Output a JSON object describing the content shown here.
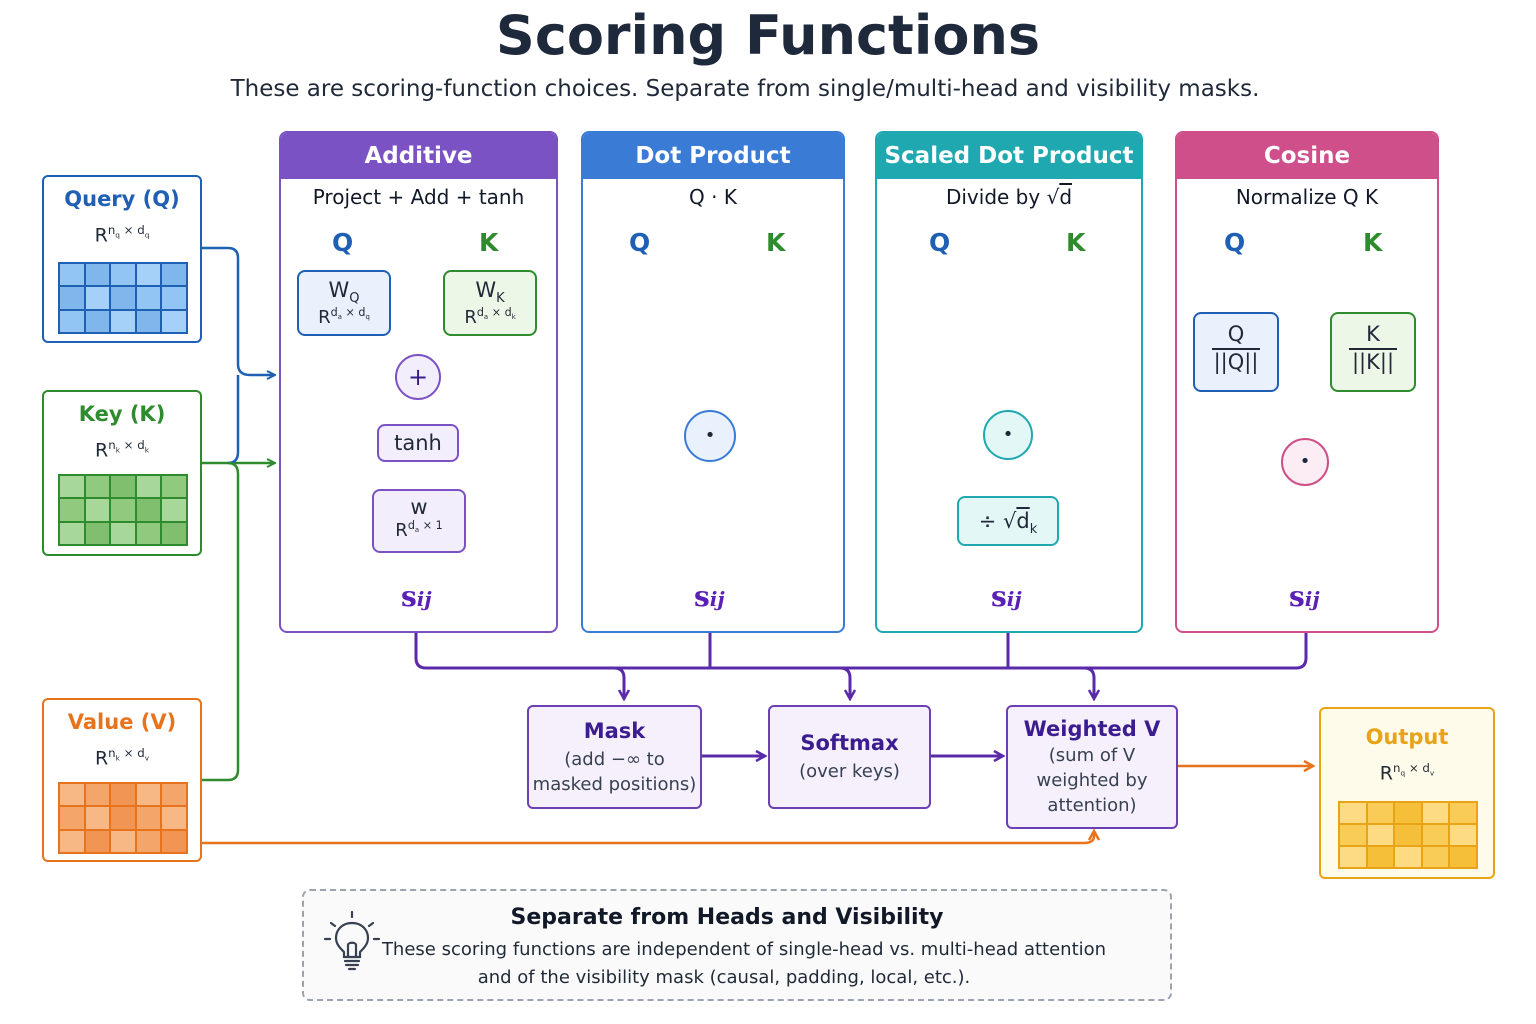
{
  "title": "Scoring Functions",
  "subtitle": "These are scoring-function choices. Separate from single/multi-head and visibility masks.",
  "inputs": {
    "query": {
      "label": "Query (Q)",
      "dim_base": "R",
      "dim_exp": "n",
      "dim_exp_sub": "q",
      "dim_x": "× d",
      "dim_x_sub": "q"
    },
    "key": {
      "label": "Key (K)",
      "dim_base": "R",
      "dim_exp": "n",
      "dim_exp_sub": "k",
      "dim_x": "× d",
      "dim_x_sub": "k"
    },
    "value": {
      "label": "Value (V)",
      "dim_base": "R",
      "dim_exp": "n",
      "dim_exp_sub": "k",
      "dim_x": "× d",
      "dim_x_sub": "v"
    }
  },
  "panels": {
    "additive": {
      "title": "Additive",
      "subtitle": "Project + Add + tanh",
      "q": "Q",
      "k": "K",
      "wq": "W",
      "wq_sub": "Q",
      "wq_dim": "R",
      "wq_dim_sup": "d",
      "wq_dim_sup_sub": "a",
      "wq_dim_rest": "× d",
      "wq_dim_rest_sub": "q",
      "wk": "W",
      "wk_sub": "K",
      "wk_dim": "R",
      "wk_dim_sup": "d",
      "wk_dim_sup_sub": "a",
      "wk_dim_rest": "× d",
      "wk_dim_rest_sub": "k",
      "plus": "+",
      "tanh": "tanh",
      "w": "w",
      "w_dim": "R",
      "w_dim_sup": "d",
      "w_dim_sup_sub": "a",
      "w_dim_rest": "× 1",
      "out": "s",
      "out_sub": "ij"
    },
    "dot": {
      "title": "Dot Product",
      "subtitle": "Q · K",
      "q": "Q",
      "k": "K",
      "op": "•",
      "out": "s",
      "out_sub": "ij"
    },
    "scaled": {
      "title": "Scaled Dot Product",
      "subtitle_prefix": "Divide by ",
      "subtitle_sqrt": "√",
      "subtitle_d": "d",
      "q": "Q",
      "k": "K",
      "op": "•",
      "div_prefix": "÷ √",
      "div_d": "d",
      "div_d_sub": "k",
      "out": "s",
      "out_sub": "ij"
    },
    "cosine": {
      "title": "Cosine",
      "subtitle": "Normalize Q K",
      "q": "Q",
      "k": "K",
      "op": "•",
      "qnorm_top": "Q",
      "qnorm_bottom": "||Q||",
      "knorm_top": "K",
      "knorm_bottom": "||K||",
      "out": "s",
      "out_sub": "ij"
    }
  },
  "pipeline": {
    "mask": {
      "title": "Mask",
      "desc1": "(add −∞ to",
      "desc2": "masked positions)"
    },
    "softmax": {
      "title": "Softmax",
      "desc1": "(over keys)"
    },
    "weighted": {
      "title": "Weighted V",
      "desc1": "(sum of V",
      "desc2": "weighted by",
      "desc3": "attention)"
    }
  },
  "output": {
    "label": "Output",
    "dim_base": "R",
    "dim_exp": "n",
    "dim_exp_sub": "q",
    "dim_x": "× d",
    "dim_x_sub": "v"
  },
  "note": {
    "title": "Separate from Heads and Visibility",
    "line1": "These scoring functions are independent of single-head vs. multi-head attention",
    "line2": "and of the visibility mask (causal, padding, local, etc.)."
  },
  "icons": {
    "note": "lightbulb-icon"
  },
  "colors": {
    "query": "#1f5fb4",
    "key": "#2e8b2e",
    "value": "#e8731d",
    "output": "#e8a317",
    "additive": "#7b52c4",
    "dot": "#3a7bd5",
    "scaled": "#1fa8b0",
    "cosine": "#cf4f8a",
    "pipeline": "#5b2aa8"
  }
}
